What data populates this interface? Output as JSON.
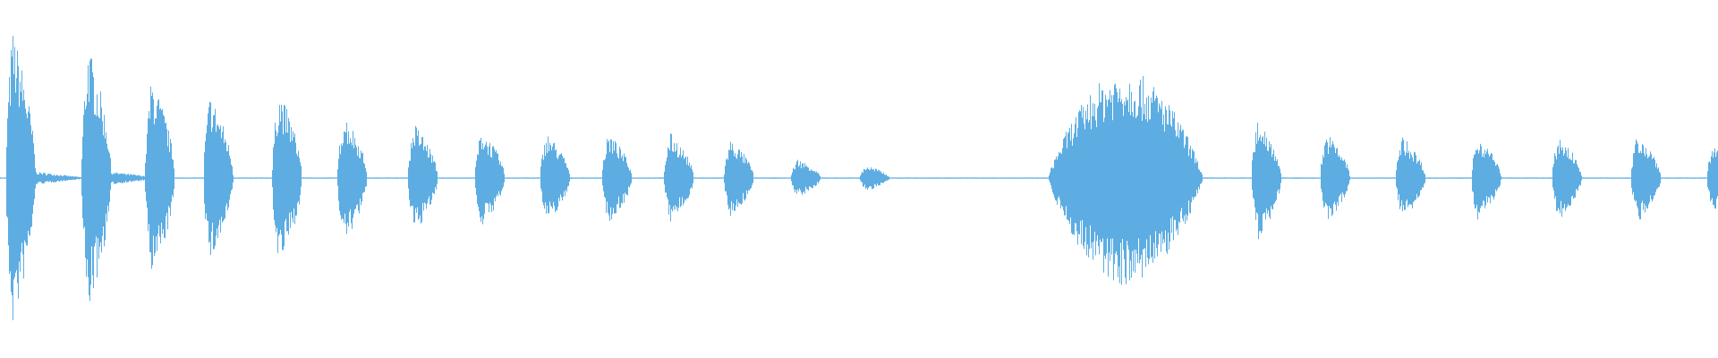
{
  "waveform": {
    "color": "#5dade2",
    "background": "#ffffff",
    "amplitude_range": [
      -1,
      1
    ],
    "time_range": [
      0,
      1
    ],
    "bursts": [
      {
        "t": 0.007,
        "amp": 0.92
      },
      {
        "t": 0.051,
        "amp": 0.82
      },
      {
        "t": 0.088,
        "amp": 0.62
      },
      {
        "t": 0.122,
        "amp": 0.52
      },
      {
        "t": 0.162,
        "amp": 0.54
      },
      {
        "t": 0.2,
        "amp": 0.4
      },
      {
        "t": 0.241,
        "amp": 0.34
      },
      {
        "t": 0.28,
        "amp": 0.3
      },
      {
        "t": 0.318,
        "amp": 0.28
      },
      {
        "t": 0.354,
        "amp": 0.28
      },
      {
        "t": 0.39,
        "amp": 0.28
      },
      {
        "t": 0.425,
        "amp": 0.24
      },
      {
        "t": 0.464,
        "amp": 0.12
      },
      {
        "t": 0.504,
        "amp": 0.08
      },
      {
        "t": 0.655,
        "amp": 0.66
      },
      {
        "t": 0.732,
        "amp": 0.38
      },
      {
        "t": 0.772,
        "amp": 0.28
      },
      {
        "t": 0.816,
        "amp": 0.26
      },
      {
        "t": 0.86,
        "amp": 0.26
      },
      {
        "t": 0.907,
        "amp": 0.26
      },
      {
        "t": 0.953,
        "amp": 0.28
      },
      {
        "t": 0.997,
        "amp": 0.2
      }
    ]
  }
}
